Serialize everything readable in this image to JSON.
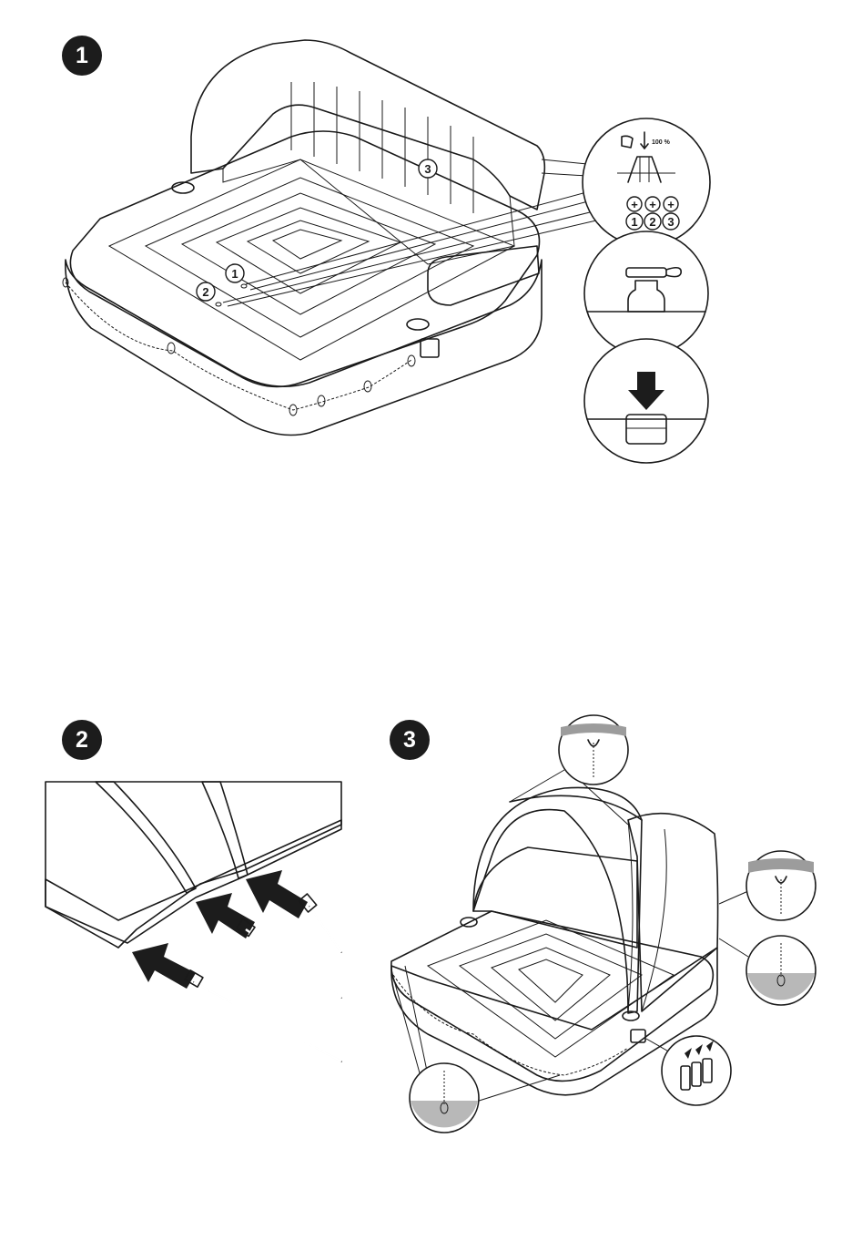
{
  "steps": {
    "step1": "1",
    "step2": "2",
    "step3": "3"
  },
  "step1_labels": {
    "chamber1": "1",
    "chamber2": "2",
    "chamber3": "3"
  },
  "inflation_gauge": {
    "percent": "100 %",
    "plus": "+",
    "order": [
      "1",
      "2",
      "3"
    ]
  }
}
